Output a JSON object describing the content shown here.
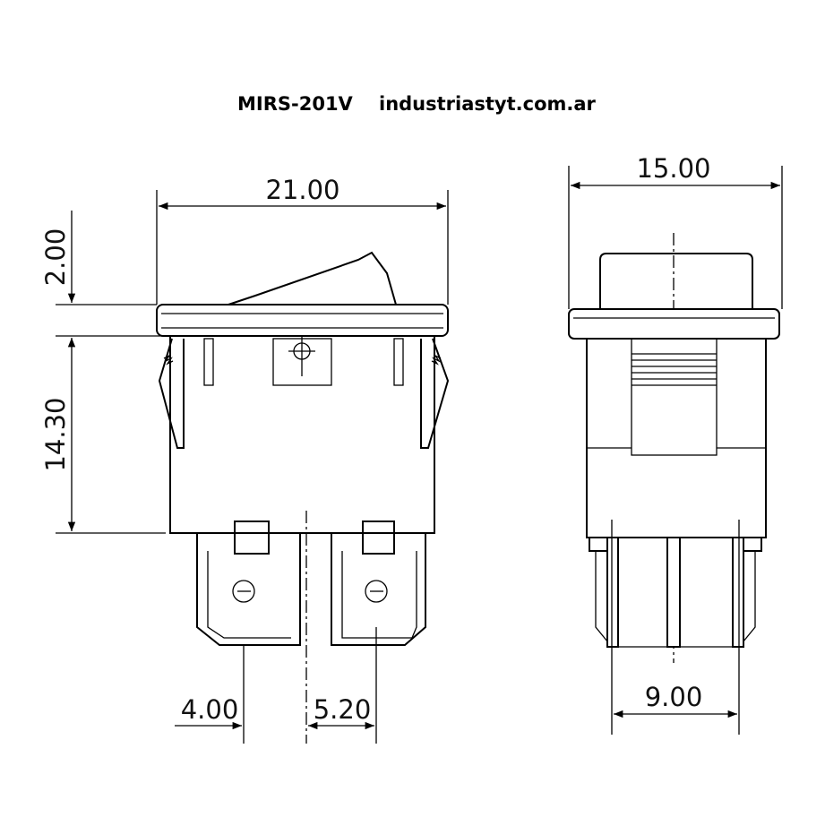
{
  "title": {
    "model": "MIRS-201V",
    "website": "industriastyt.com.ar"
  },
  "dimensions": {
    "front_width": "21.00",
    "rocker_height": "2.00",
    "body_height": "14.30",
    "terminal_offset": "4.00",
    "terminal_pitch": "5.20",
    "side_width": "15.00",
    "side_terminal_span": "9.00"
  }
}
